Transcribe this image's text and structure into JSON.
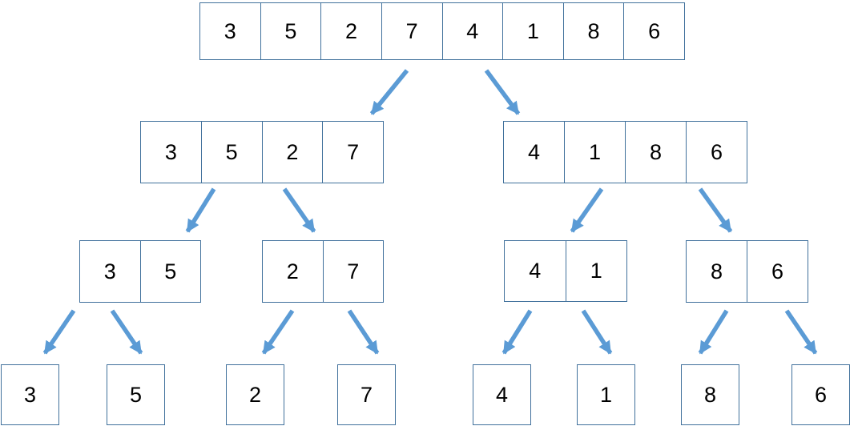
{
  "colors": {
    "box_border": "#41719C",
    "arrow": "#5B9BD5",
    "text": "#000000",
    "background": "#FFFFFF"
  },
  "icons": {
    "split_arrow": "diagonal-arrow"
  },
  "tree": {
    "kind": "merge-sort-divide-diagram",
    "levels": [
      {
        "name": "level-1",
        "groups": [
          {
            "values": [
              3,
              5,
              2,
              7,
              4,
              1,
              8,
              6
            ]
          }
        ]
      },
      {
        "name": "level-2",
        "groups": [
          {
            "values": [
              3,
              5,
              2,
              7
            ]
          },
          {
            "values": [
              4,
              1,
              8,
              6
            ]
          }
        ]
      },
      {
        "name": "level-3",
        "groups": [
          {
            "values": [
              3,
              5
            ]
          },
          {
            "values": [
              2,
              7
            ]
          },
          {
            "values": [
              4,
              1
            ]
          },
          {
            "values": [
              8,
              6
            ]
          }
        ]
      },
      {
        "name": "level-4",
        "groups": [
          {
            "values": [
              3
            ]
          },
          {
            "values": [
              5
            ]
          },
          {
            "values": [
              2
            ]
          },
          {
            "values": [
              7
            ]
          },
          {
            "values": [
              4
            ]
          },
          {
            "values": [
              1
            ]
          },
          {
            "values": [
              8
            ]
          },
          {
            "values": [
              6
            ]
          }
        ]
      }
    ]
  }
}
